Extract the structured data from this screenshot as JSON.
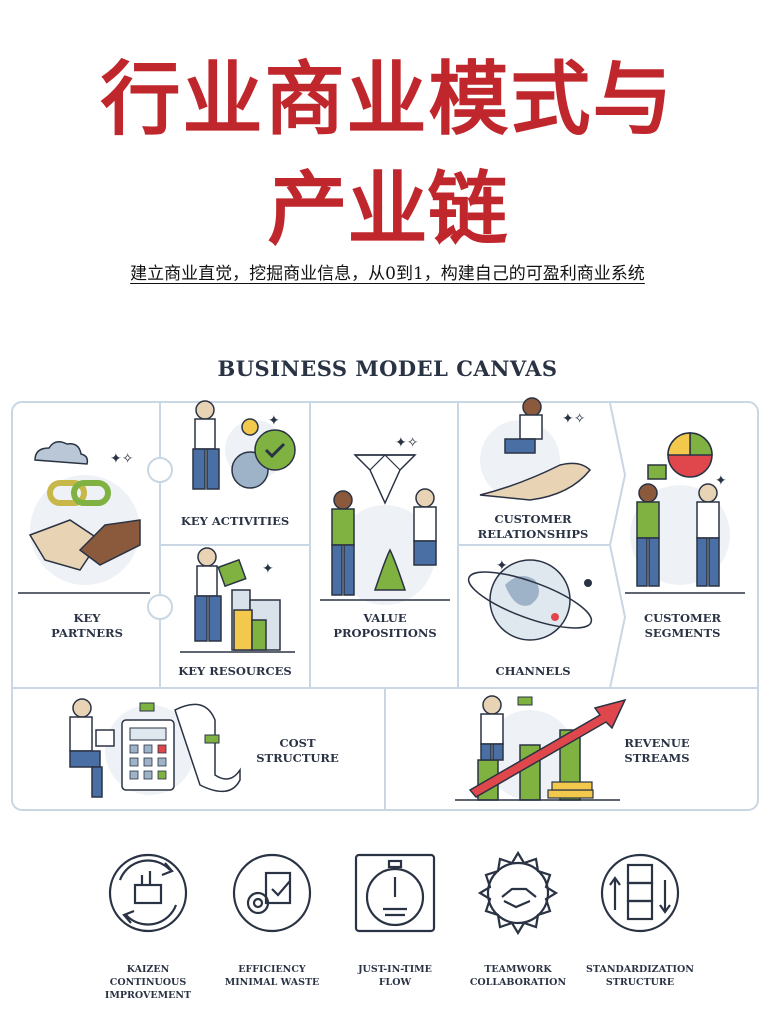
{
  "header": {
    "title_line1": "行业商业模式与",
    "title_line2": "产业链",
    "subtitle": "建立商业直觉，挖掘商业信息，从0到1，构建自己的可盈利商业系统"
  },
  "canvas": {
    "title": "BUSINESS MODEL CANVAS",
    "blocks": {
      "key_partners": [
        "KEY",
        "PARTNERS"
      ],
      "key_activities": [
        "KEY ACTIVITIES"
      ],
      "key_resources": [
        "KEY RESOURCES"
      ],
      "value_propositions": [
        "VALUE",
        "PROPOSITIONS"
      ],
      "customer_relationships": [
        "CUSTOMER",
        "RELATIONSHIPS"
      ],
      "channels": [
        "CHANNELS"
      ],
      "customer_segments": [
        "CUSTOMER",
        "SEGMENTS"
      ],
      "cost_structure": [
        "COST",
        "STRUCTURE"
      ],
      "revenue_streams": [
        "REVENUE",
        "STREAMS"
      ]
    }
  },
  "principles": [
    {
      "icon": "kaizen-cycle-icon",
      "lines": [
        "KAIZEN",
        "CONTINUOUS",
        "IMPROVEMENT"
      ]
    },
    {
      "icon": "efficiency-gear-icon",
      "lines": [
        "EFFICIENCY",
        "MINIMAL WASTE"
      ]
    },
    {
      "icon": "stopwatch-icon",
      "lines": [
        "JUST-IN-TIME",
        "FLOW"
      ]
    },
    {
      "icon": "teamwork-gear-icon",
      "lines": [
        "TEAMWORK",
        "COLLABORATION"
      ]
    },
    {
      "icon": "standardization-cubes-icon",
      "lines": [
        "STANDARDIZATION",
        "STRUCTURE"
      ]
    }
  ],
  "colors": {
    "title_red": "#c0272d",
    "navy": "#2a3344",
    "accent_green": "#7fb241",
    "accent_red": "#e0474c",
    "accent_yellow": "#f2c94c",
    "panel_border": "#c9d6e3"
  }
}
